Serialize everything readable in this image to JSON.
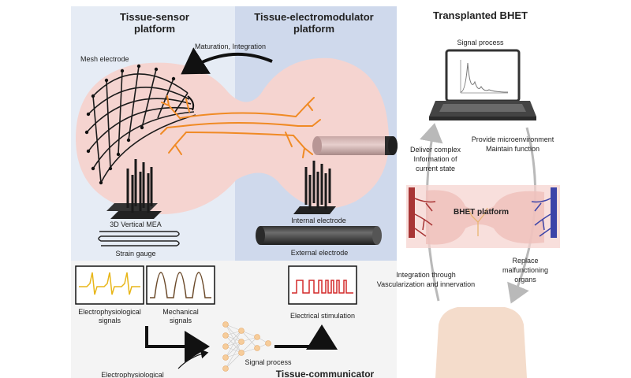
{
  "panels": {
    "sensor_title_l1": "Tissue-sensor",
    "sensor_title_l2": "platform",
    "electromod_title_l1": "Tissue-electromodulator",
    "electromod_title_l2": "platform",
    "transplant_title": "Transplanted BHET",
    "communicator_title": "Tissue-communicator"
  },
  "labels": {
    "maturation": "Maturation, Integration",
    "mesh_electrode": "Mesh electrode",
    "vertical_mea": "3D Vertical MEA",
    "strain_gauge": "Strain gauge",
    "internal_electrode": "Internal electrode",
    "external_electrode": "External electrode",
    "signal_process_top": "Signal process",
    "deliver_l1": "Deliver complex",
    "deliver_l2": "Information of",
    "deliver_l3": "current state",
    "provide_l1": "Provide microenvironment",
    "provide_l2": "Maintain function",
    "bhet_platform": "BHET platform",
    "replace_l1": "Replace",
    "replace_l2": "malfunctioning",
    "replace_l3": "organs",
    "integration_l1": "Integration through",
    "integration_l2": "Vascularization and innervation",
    "electro_signals_l1": "Electrophysiological",
    "electro_signals_l2": "signals",
    "mech_signals_l1": "Mechanical",
    "mech_signals_l2": "signals",
    "electrical_stim": "Electrical stimulation",
    "signal_process_bottom": "Signal process",
    "electro_bottom": "Electrophysiological"
  },
  "colors": {
    "sensor_bg": "#e6ecf5",
    "electromod_bg": "#cfd9ec",
    "tissue_pink": "#f5d4d0",
    "neuron_orange": "#f08a24",
    "signal_yellow": "#e8b619",
    "signal_brown": "#6b4a2a",
    "stim_red": "#d42a2a",
    "vessel_red": "#a83535",
    "vessel_blue": "#3c44a8",
    "arrow_gray": "#b9b9b9"
  }
}
